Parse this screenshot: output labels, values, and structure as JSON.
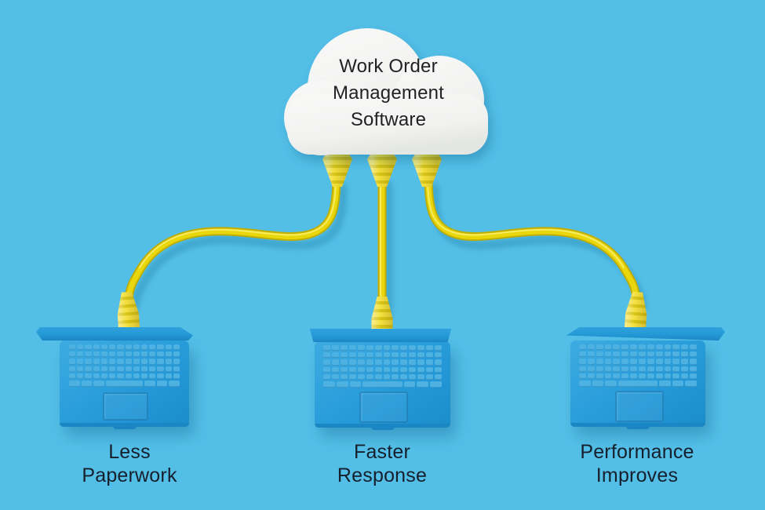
{
  "title": "Work Order Management Software diagram",
  "cloud": {
    "line1": "Work Order",
    "line2": "Management",
    "line3": "Software"
  },
  "laptops": [
    {
      "name": "less-paperwork",
      "line1": "Less",
      "line2": "Paperwork"
    },
    {
      "name": "faster-response",
      "line1": "Faster",
      "line2": "Response"
    },
    {
      "name": "performance-improves",
      "line1": "Performance",
      "line2": "Improves"
    }
  ],
  "icons": {
    "cloud": "cloud-icon",
    "cable": "ethernet-cable-icon",
    "plug": "rj45-plug-icon",
    "laptop": "laptop-icon"
  },
  "colors": {
    "background": "#53bfe7",
    "cloud_fill": "#f2f3f1",
    "cable_yellow": "#e9d70b",
    "plug_yellow": "#f0dc2a",
    "laptop_blue": "#2a9edb",
    "laptop_lid_blue": "#2499d7",
    "text_dark": "#161f2c",
    "cloud_text": "#222226"
  }
}
